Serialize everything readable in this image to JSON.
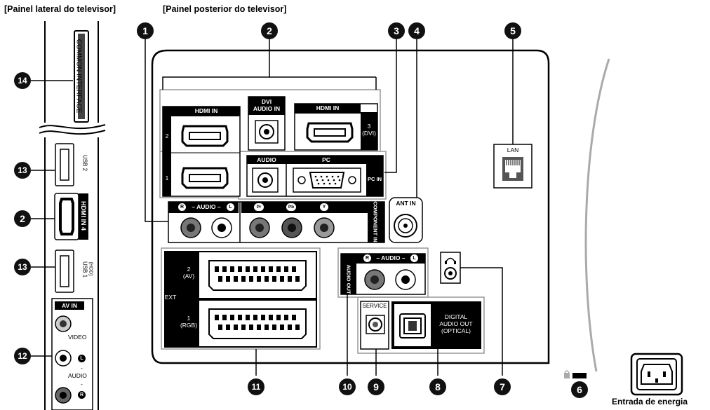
{
  "headings": {
    "side": "[Painel lateral do televisor]",
    "rear": "[Painel posterior do televisor]"
  },
  "callouts": [
    "1",
    "2",
    "3",
    "4",
    "5",
    "6",
    "7",
    "8",
    "9",
    "10",
    "11",
    "12",
    "13",
    "14"
  ],
  "callout_2_side": "2",
  "callout_13_second": "13",
  "side_panel": {
    "common_interface": "COMMON INTERFACE",
    "usb2": "USB 2",
    "hdmi4": "HDMI IN 4",
    "usb1": "USB 1",
    "usb1_note": "(HDD)",
    "av_in": "AV IN",
    "video": "VIDEO",
    "audio": "AUDIO",
    "dash": "-",
    "l": "L",
    "r": "R"
  },
  "rear_panel": {
    "hdmi_in_left": "HDMI IN",
    "hdmi_2": "2",
    "hdmi_1": "1",
    "dvi_audio_in_line1": "DVI",
    "dvi_audio_in_line2": "AUDIO IN",
    "hdmi_in_right": "HDMI IN",
    "hdmi_3_line1": "3",
    "hdmi_3_line2": "(DVI)",
    "pc_audio": "AUDIO",
    "pc": "PC",
    "pc_in": "PC IN",
    "ant_in": "ANT IN",
    "lan": "LAN",
    "audio_header_r": "R",
    "audio_header_mid": "– AUDIO –",
    "audio_header_l": "L",
    "pr": "Pr",
    "pb": "Pb",
    "y": "Y",
    "component_in": "COMPONENT IN",
    "ext": "EXT",
    "ext2_line1": "2",
    "ext2_line2": "(AV)",
    "ext1_line1": "1",
    "ext1_line2": "(RGB)",
    "audio_out": "AUDIO OUT",
    "service": "SERVICE",
    "digital_line1": "DIGITAL",
    "digital_line2": "AUDIO OUT",
    "digital_line3": "(OPTICAL)"
  },
  "power": {
    "label": "Entrada de energia"
  }
}
